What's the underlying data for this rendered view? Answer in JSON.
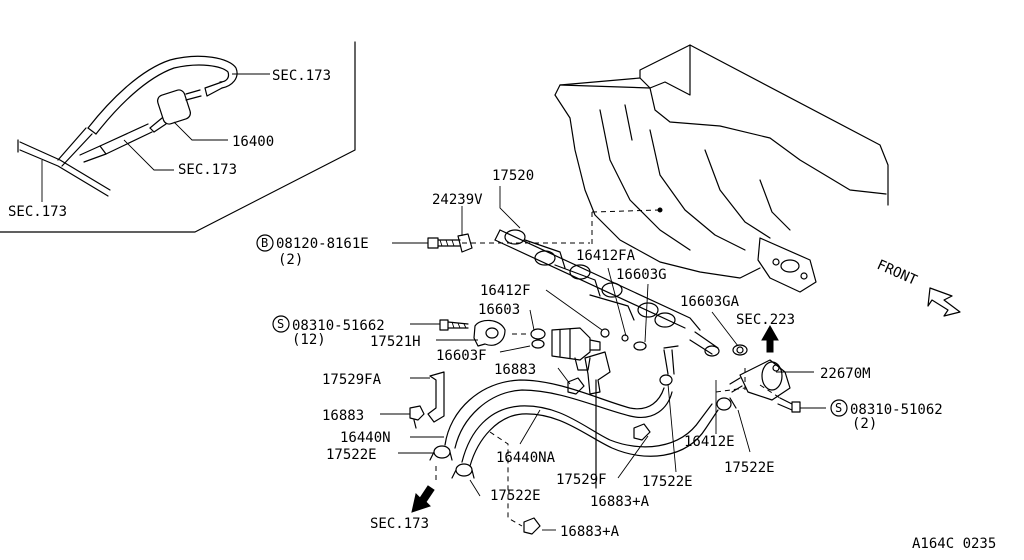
{
  "labels": {
    "sec173_a": "SEC.173",
    "p16400": "16400",
    "sec173_b": "SEC.173",
    "sec173_c": "SEC.173",
    "p17520": "17520",
    "p24239v": "24239V",
    "bolt_b_num": "08120-8161E",
    "bolt_b_prefix": "B",
    "bolt_b_qty": "(2)",
    "p16412fa": "16412FA",
    "p16603g": "16603G",
    "p16412f": "16412F",
    "p16603": "16603",
    "p16603ga": "16603GA",
    "sec223": "SEC.223",
    "screw_s1_num": "08310-51662",
    "screw_s1_prefix": "S",
    "screw_s1_qty": "(12)",
    "p17521h": "17521H",
    "p16603f": "16603F",
    "p16883_a": "16883",
    "p17529fa": "17529FA",
    "p22670m": "22670M",
    "screw_s2_num": "08310-51062",
    "screw_s2_prefix": "S",
    "screw_s2_qty": "(2)",
    "p16883_b": "16883",
    "p16440n": "16440N",
    "p16412e": "16412E",
    "p17522e_a": "17522E",
    "p16440na": "16440NA",
    "p17529f": "17529F",
    "p17522e_b": "17522E",
    "p17522e_c": "17522E",
    "p17522e_d": "17522E",
    "p16883a_a": "16883+A",
    "sec173_d": "SEC.173",
    "p16883a_b": "16883+A",
    "front": "FRONT",
    "diagram_code": "A164C 0235"
  }
}
